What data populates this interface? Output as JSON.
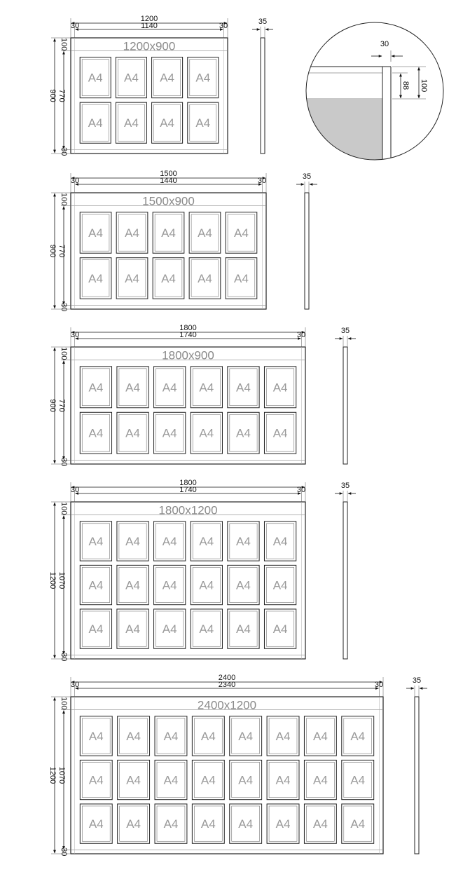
{
  "boards": [
    {
      "name": "board-1200x900",
      "title": "1200x900",
      "width_label": "1200",
      "inner_width_label": "1140",
      "side_margin_label": "30",
      "height_label": "900",
      "inner_height_label": "770",
      "top_margin_label": "100",
      "bottom_margin_label": "30",
      "depth_label": "35",
      "cols": 4,
      "rows": 2,
      "slot_label": "A4"
    },
    {
      "name": "board-1500x900",
      "title": "1500x900",
      "width_label": "1500",
      "inner_width_label": "1440",
      "side_margin_label": "30",
      "height_label": "900",
      "inner_height_label": "770",
      "top_margin_label": "100",
      "bottom_margin_label": "30",
      "depth_label": "35",
      "cols": 5,
      "rows": 2,
      "slot_label": "A4"
    },
    {
      "name": "board-1800x900",
      "title": "1800x900",
      "width_label": "1800",
      "inner_width_label": "1740",
      "side_margin_label": "30",
      "height_label": "900",
      "inner_height_label": "770",
      "top_margin_label": "100",
      "bottom_margin_label": "30",
      "depth_label": "35",
      "cols": 6,
      "rows": 2,
      "slot_label": "A4"
    },
    {
      "name": "board-1800x1200",
      "title": "1800x1200",
      "width_label": "1800",
      "inner_width_label": "1740",
      "side_margin_label": "30",
      "height_label": "1200",
      "inner_height_label": "1070",
      "top_margin_label": "100",
      "bottom_margin_label": "30",
      "depth_label": "35",
      "cols": 6,
      "rows": 3,
      "slot_label": "A4"
    },
    {
      "name": "board-2400x1200",
      "title": "2400x1200",
      "width_label": "2400",
      "inner_width_label": "2340",
      "side_margin_label": "30",
      "height_label": "1200",
      "inner_height_label": "1070",
      "top_margin_label": "100",
      "bottom_margin_label": "30",
      "depth_label": "35",
      "cols": 8,
      "rows": 3,
      "slot_label": "A4"
    }
  ],
  "detail": {
    "frame_width_label": "30",
    "inner_height_label": "88",
    "outer_height_label": "100"
  },
  "colors": {
    "line": "#222222",
    "thin_line": "#555555",
    "title_text": "#8a8a8a",
    "slot_text": "#9a9a9a",
    "detail_fill": "#c9c9c9"
  }
}
